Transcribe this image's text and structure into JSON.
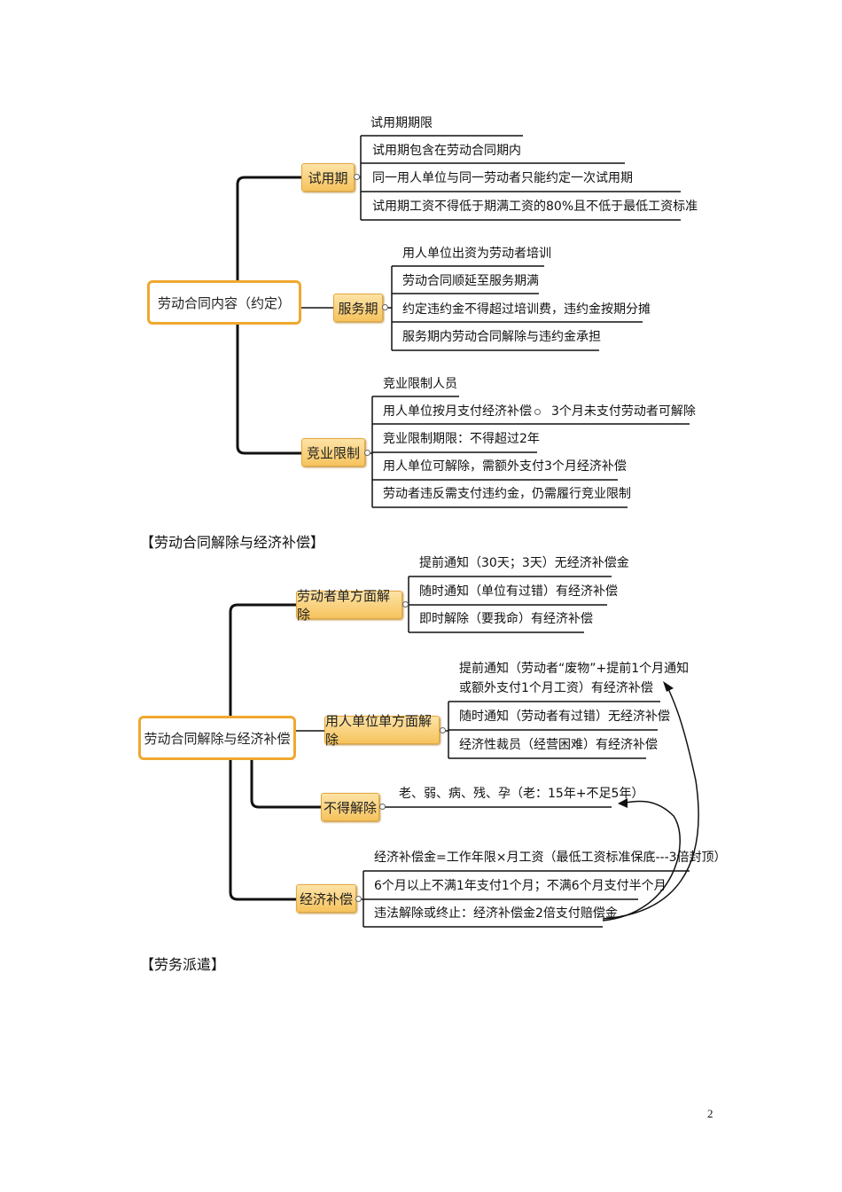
{
  "diagram1": {
    "root": "劳动合同内容（约定）",
    "branches": [
      {
        "label": "试用期",
        "items": [
          "试用期期限",
          "试用期包含在劳动合同期内",
          "同一用人单位与同一劳动者只能约定一次试用期",
          "试用期工资不得低于期满工资的80%且不低于最低工资标准"
        ]
      },
      {
        "label": "服务期",
        "items": [
          "用人单位出资为劳动者培训",
          "劳动合同顺延至服务期满",
          "约定违约金不得超过培训费，违约金按期分摊",
          "服务期内劳动合同解除与违约金承担"
        ]
      },
      {
        "label": "竞业限制",
        "items": [
          "竞业限制人员",
          "用人单位按月支付经济补偿",
          "竞业限制期限：不得超过2年",
          "用人单位可解除，需额外支付3个月经济补偿",
          "劳动者违反需支付违约金，仍需履行竞业限制"
        ],
        "extra": "3个月未支付劳动者可解除"
      }
    ]
  },
  "section1": "【劳动合同解除与经济补偿】",
  "diagram2": {
    "root": "劳动合同解除与经济补偿",
    "branches": [
      {
        "label": "劳动者单方面解除",
        "items": [
          "提前通知（30天；3天）无经济补偿金",
          "随时通知（单位有过错）有经济补偿",
          "即时解除（要我命）有经济补偿"
        ]
      },
      {
        "label": "用人单位单方面解除",
        "items": [
          "提前通知（劳动者“废物”+提前1个月通知",
          "或额外支付1个月工资）有经济补偿",
          "随时通知（劳动者有过错）无经济补偿",
          "经济性裁员（经营困难）有经济补偿"
        ]
      },
      {
        "label": "不得解除",
        "items": [
          "老、弱、病、残、孕（老：15年+不足5年）"
        ]
      },
      {
        "label": "经济补偿",
        "items": [
          "经济补偿金=工作年限×月工资（最低工资标准保底---3倍封顶）",
          "6个月以上不满1年支付1个月；不满6个月支付半个月",
          "违法解除或终止：经济补偿金2倍支付赔偿金"
        ]
      }
    ]
  },
  "section2": "【劳务派遣】",
  "page_number": "2"
}
